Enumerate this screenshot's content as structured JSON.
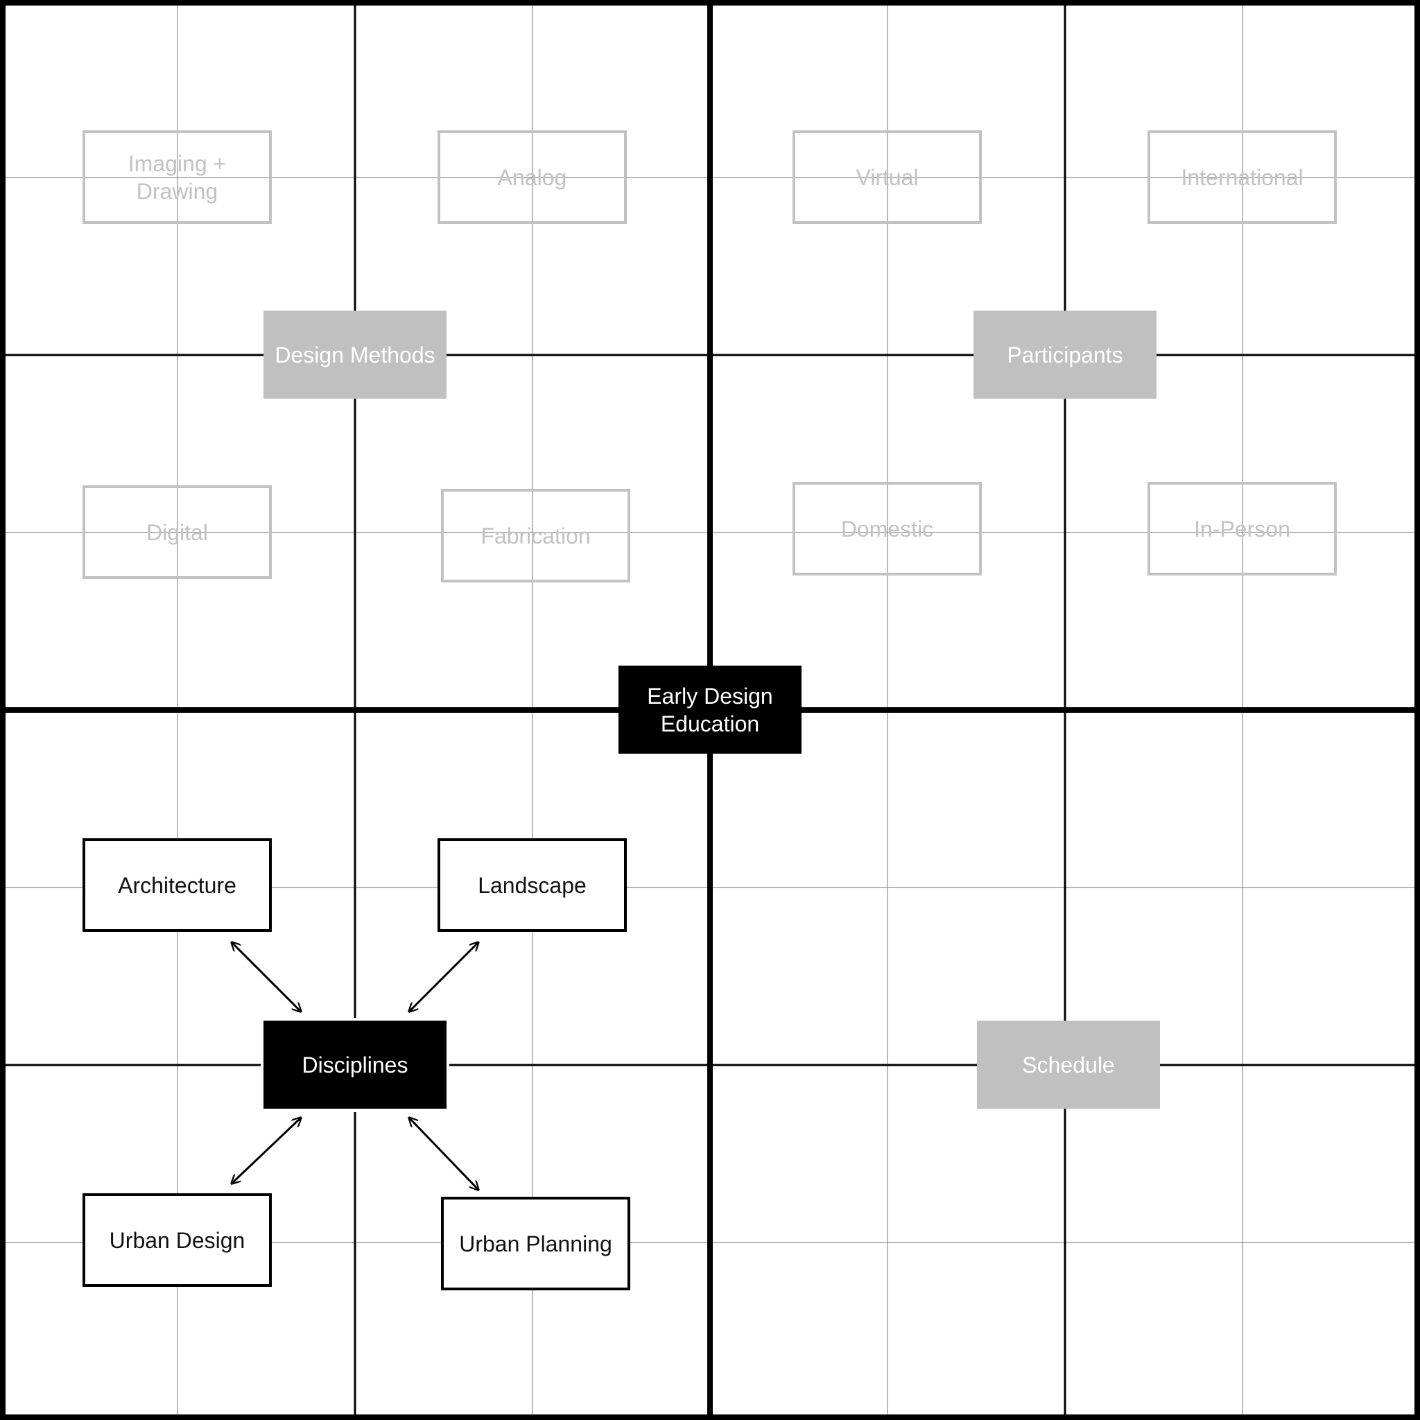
{
  "center": {
    "label": "Early Design\nEducation"
  },
  "quadrants": {
    "design_methods": {
      "label": "Design Methods",
      "items": [
        "Imaging +\nDrawing",
        "Analog",
        "Digital",
        "Fabrication"
      ]
    },
    "participants": {
      "label": "Participants",
      "items": [
        "Virtual",
        "International",
        "Domestic",
        "In-Person"
      ]
    },
    "disciplines": {
      "label": "Disciplines",
      "items": [
        "Architecture",
        "Landscape",
        "Urban Design",
        "Urban Planning"
      ]
    },
    "schedule": {
      "label": "Schedule",
      "items": []
    }
  },
  "colors": {
    "ink": "#000000",
    "faded_box": "#c2c2c2",
    "faded_text": "#c2c2c2",
    "hub_fill": "#000000",
    "inactive_hub_fill": "#c0c0c0",
    "grid_fine": "#8c8c8c"
  }
}
